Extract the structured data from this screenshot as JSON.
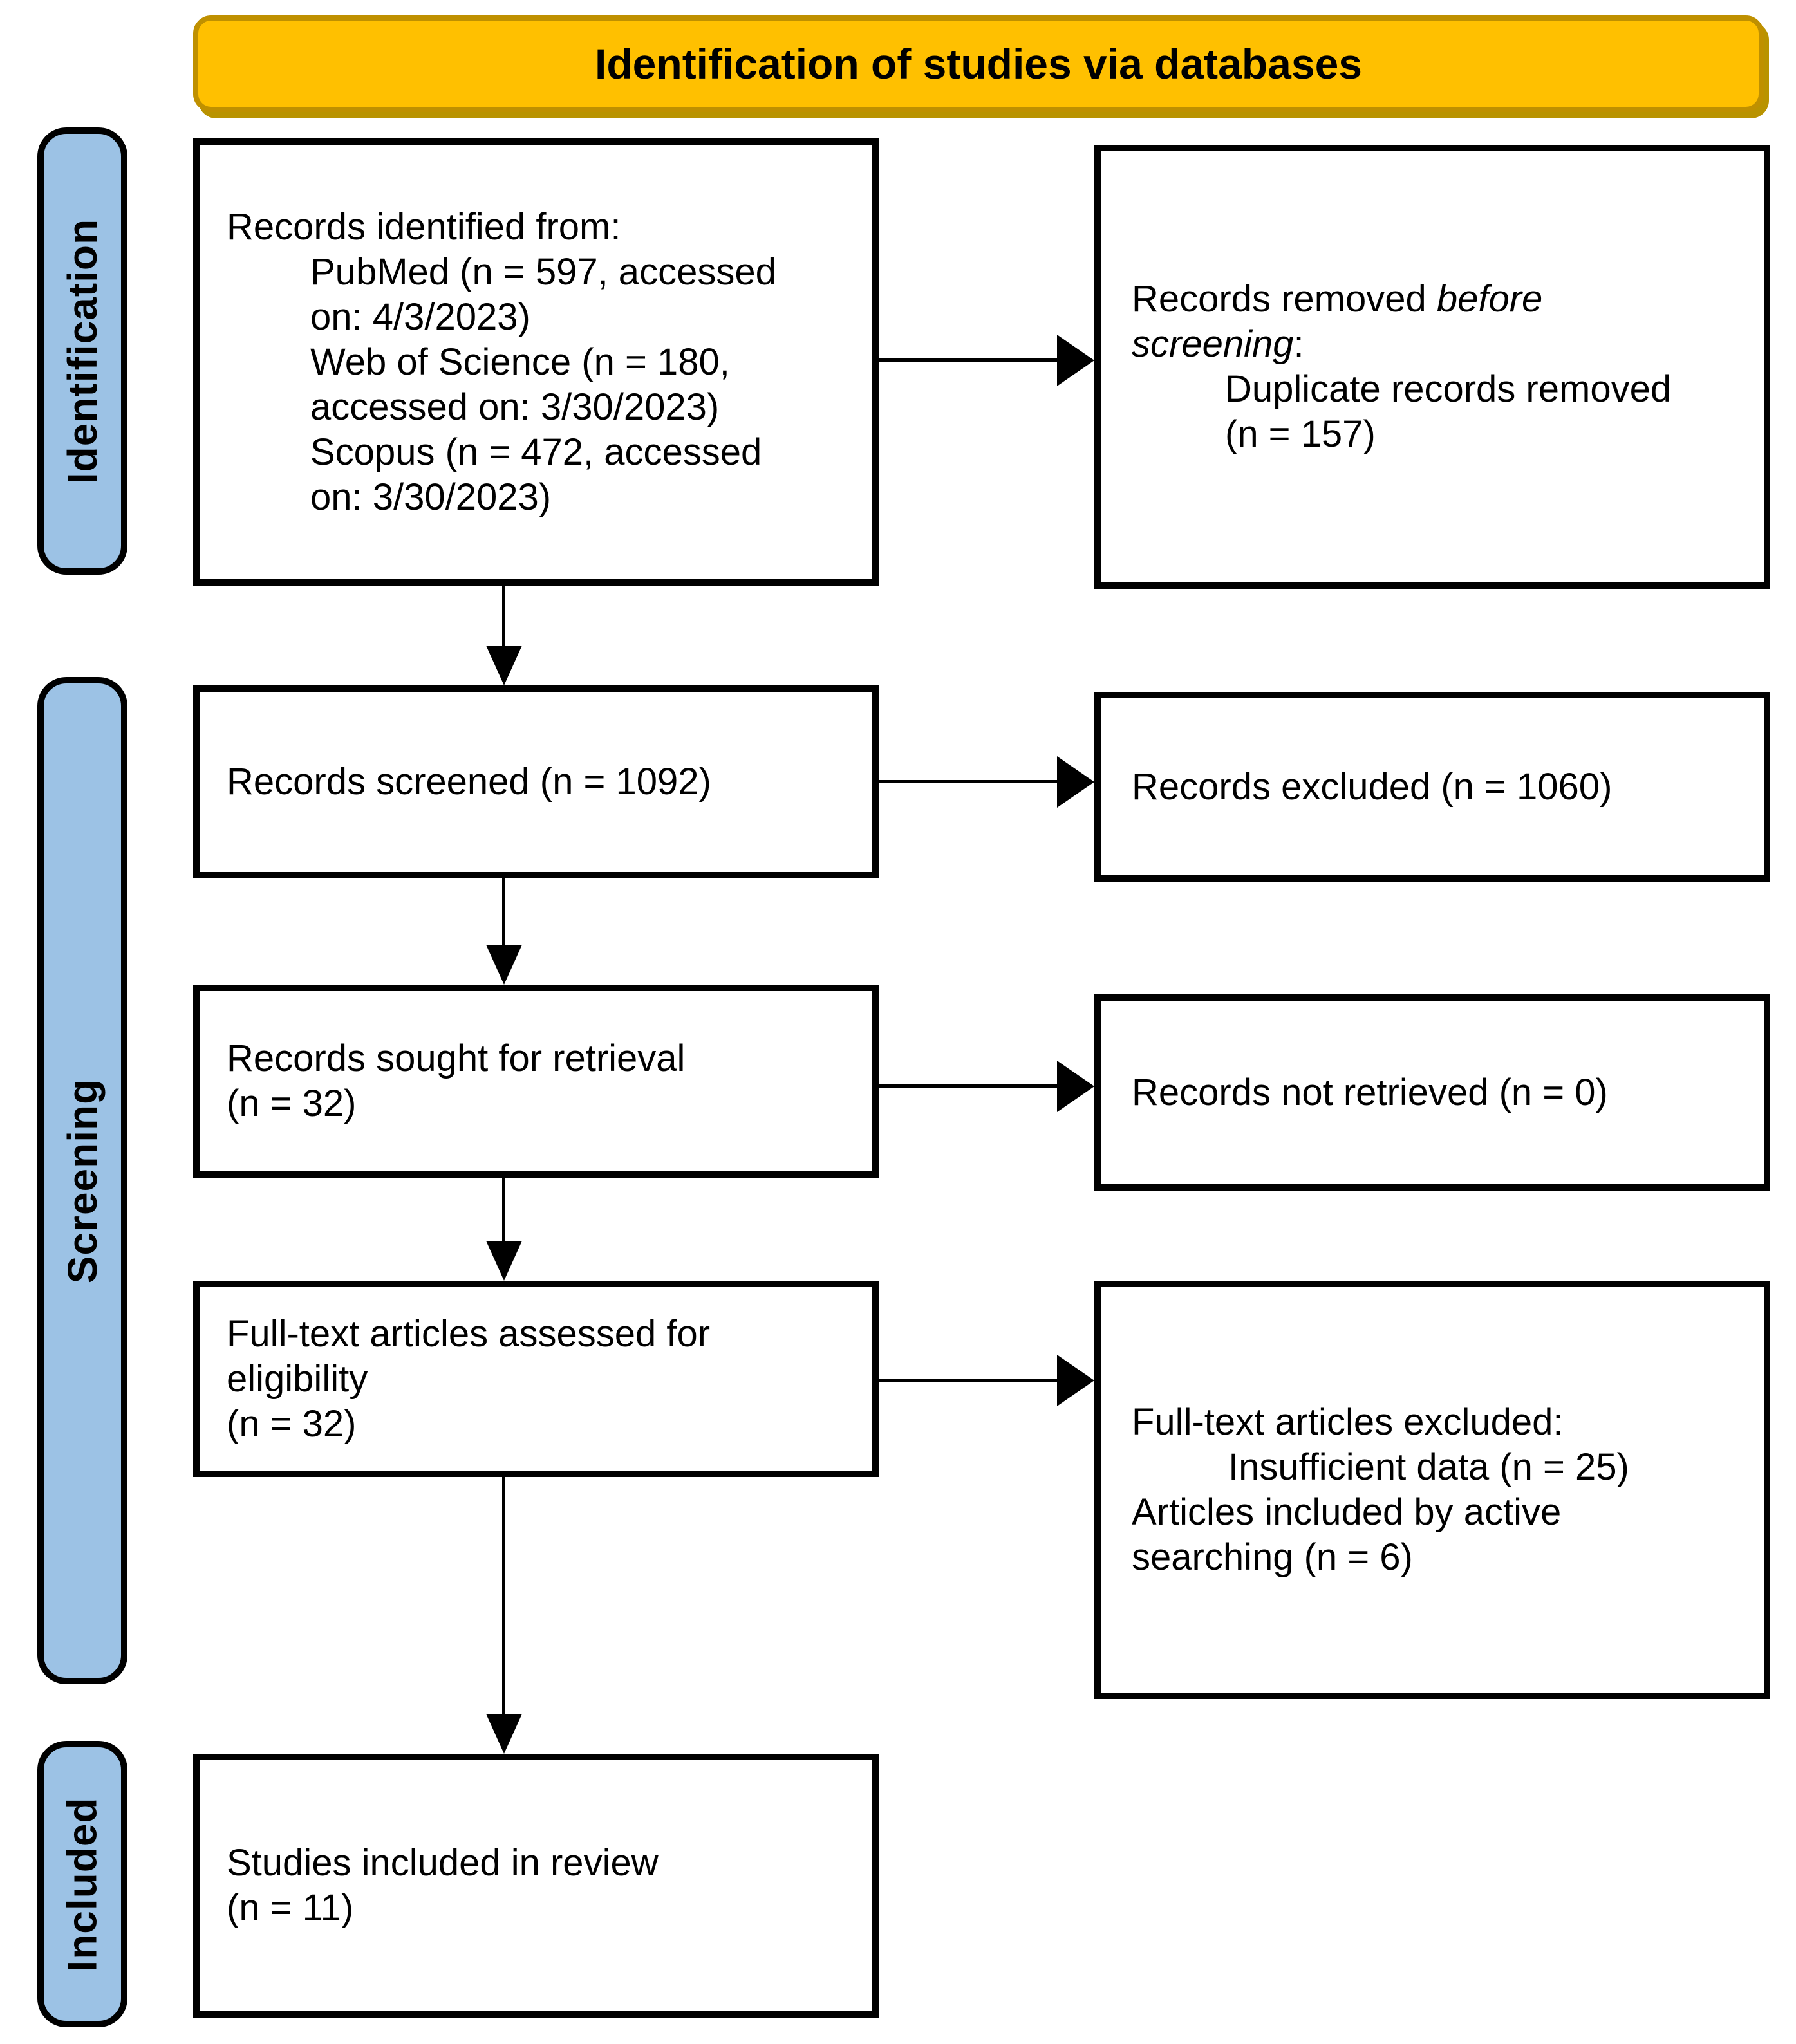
{
  "banner": {
    "label": "Identification of studies via databases"
  },
  "stages": {
    "identification": "Identification",
    "screening": "Screening",
    "included": "Included"
  },
  "boxes": {
    "identified": {
      "lines": [
        {
          "t": "Records identified from:",
          "indent": false
        },
        {
          "t": "PubMed (n = 597, accessed",
          "indent": true
        },
        {
          "t": "on: 4/3/2023)",
          "indent": true
        },
        {
          "t": "Web of Science (n = 180,",
          "indent": true
        },
        {
          "t": "accessed on: 3/30/2023)",
          "indent": true
        },
        {
          "t": "Scopus (n = 472, accessed",
          "indent": true
        },
        {
          "t": "on: 3/30/2023)",
          "indent": true
        }
      ]
    },
    "removed": {
      "l1_normal": "Records removed ",
      "l1_italic": "before",
      "l2_italic": "screening",
      "l2_normal": ":",
      "items": [
        "Duplicate records removed",
        "(n = 157)"
      ]
    },
    "screened": {
      "label": "Records screened (n = 1092)"
    },
    "excluded": {
      "label": "Records excluded (n = 1060)"
    },
    "sought": {
      "lines": [
        "Records sought for retrieval",
        "(n = 32)"
      ]
    },
    "not_retrieved": {
      "label": "Records not retrieved (n = 0)"
    },
    "assessed": {
      "lines": [
        "Full-text articles assessed for",
        "eligibility",
        "(n = 32)"
      ]
    },
    "ft_excluded": {
      "lines": [
        {
          "t": "Full-text articles excluded:",
          "indent": false
        },
        {
          "t": "Insufficient data (n = 25)",
          "indent": true
        },
        {
          "t": "Articles included by active",
          "indent": false
        },
        {
          "t": "searching (n = 6)",
          "indent": false
        }
      ]
    },
    "included_review": {
      "lines": [
        "Studies included in review",
        "(n = 11)"
      ]
    }
  },
  "colors": {
    "banner_fill": "#FFC000",
    "banner_border": "#BF9000",
    "stage_fill": "#9CC2E5",
    "box_border": "#000000",
    "text": "#000000"
  }
}
